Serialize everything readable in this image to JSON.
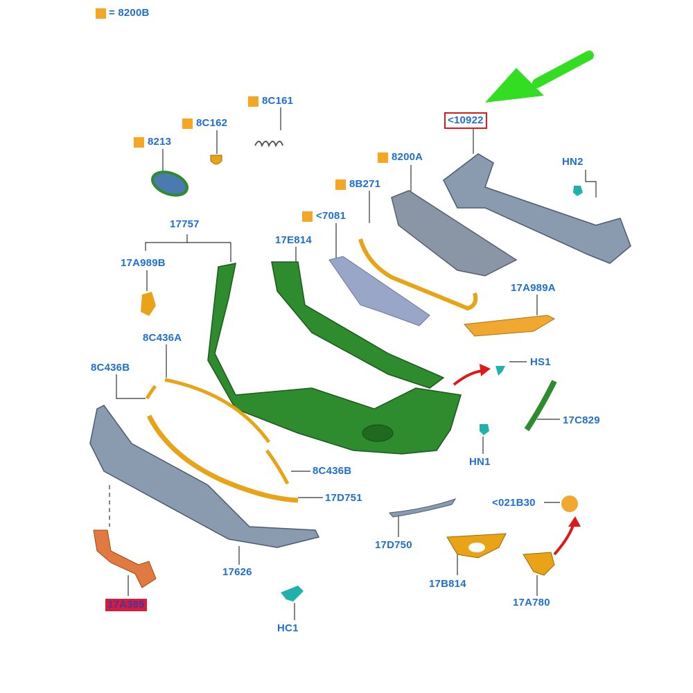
{
  "legend": {
    "text": "= 8200B",
    "swatch_color": "#f5a623"
  },
  "parts": {
    "p8c161": "8C161",
    "p8c162": "8C162",
    "p8213": "8213",
    "p10922": "<10922",
    "p8200a": "8200A",
    "hn2": "HN2",
    "p8b271": "8B271",
    "p7081": "<7081",
    "p17757": "17757",
    "p17e814": "17E814",
    "p17a989b": "17A989B",
    "p17a989a": "17A989A",
    "p8c436a": "8C436A",
    "p8c436b_left": "8C436B",
    "hs1": "HS1",
    "p17c829": "17C829",
    "hn1": "HN1",
    "p8c436b": "8C436B",
    "p17d751": "17D751",
    "p021b30": "<021B30",
    "p17d750": "17D750",
    "p17626": "17626",
    "p17b814": "17B814",
    "p17a385": "17A385",
    "p17a780": "17A780",
    "hc1": "HC1"
  },
  "colors": {
    "label": "#1e6fd0",
    "bumper": "#2e8b2e",
    "grey_part": "#7a8aa0",
    "orange_part": "#e8a317",
    "arrow_green": "#33dd22",
    "arrow_red": "#e01818",
    "clip": "#20b2aa"
  }
}
